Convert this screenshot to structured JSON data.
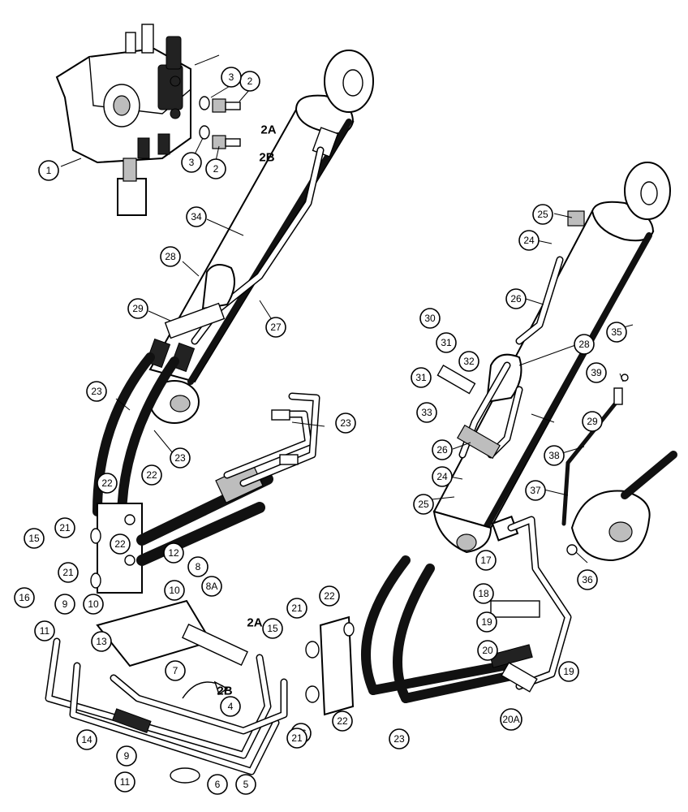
{
  "callouts": [
    {
      "id": "c1",
      "label": "1"
    },
    {
      "id": "c2a",
      "label": "2"
    },
    {
      "id": "c2b",
      "label": "2"
    },
    {
      "id": "c3a",
      "label": "3"
    },
    {
      "id": "c3b",
      "label": "3"
    },
    {
      "id": "c4",
      "label": "4"
    },
    {
      "id": "c5",
      "label": "5"
    },
    {
      "id": "c6",
      "label": "6"
    },
    {
      "id": "c7",
      "label": "7"
    },
    {
      "id": "c8",
      "label": "8"
    },
    {
      "id": "c8a",
      "label": "8A"
    },
    {
      "id": "c9a",
      "label": "9"
    },
    {
      "id": "c9b",
      "label": "9"
    },
    {
      "id": "c10a",
      "label": "10"
    },
    {
      "id": "c10b",
      "label": "10"
    },
    {
      "id": "c11a",
      "label": "11"
    },
    {
      "id": "c11b",
      "label": "11"
    },
    {
      "id": "c12",
      "label": "12"
    },
    {
      "id": "c13",
      "label": "13"
    },
    {
      "id": "c14",
      "label": "14"
    },
    {
      "id": "c15a",
      "label": "15"
    },
    {
      "id": "c15b",
      "label": "15"
    },
    {
      "id": "c16a",
      "label": "16"
    },
    {
      "id": "c16b",
      "label": "16"
    },
    {
      "id": "c17",
      "label": "17"
    },
    {
      "id": "c18",
      "label": "18"
    },
    {
      "id": "c19a",
      "label": "19"
    },
    {
      "id": "c19b",
      "label": "19"
    },
    {
      "id": "c20",
      "label": "20"
    },
    {
      "id": "c20a",
      "label": "20A"
    },
    {
      "id": "c21a",
      "label": "21"
    },
    {
      "id": "c21b",
      "label": "21"
    },
    {
      "id": "c21c",
      "label": "21"
    },
    {
      "id": "c21d",
      "label": "21"
    },
    {
      "id": "c22a",
      "label": "22"
    },
    {
      "id": "c22b",
      "label": "22"
    },
    {
      "id": "c22c",
      "label": "22"
    },
    {
      "id": "c22d",
      "label": "22"
    },
    {
      "id": "c22e",
      "label": "22"
    },
    {
      "id": "c23a",
      "label": "23"
    },
    {
      "id": "c23b",
      "label": "23"
    },
    {
      "id": "c23c",
      "label": "23"
    },
    {
      "id": "c23d",
      "label": "23"
    },
    {
      "id": "c24a",
      "label": "24"
    },
    {
      "id": "c24b",
      "label": "24"
    },
    {
      "id": "c25a",
      "label": "25"
    },
    {
      "id": "c25b",
      "label": "25"
    },
    {
      "id": "c26a",
      "label": "26"
    },
    {
      "id": "c26b",
      "label": "26"
    },
    {
      "id": "c27",
      "label": "27"
    },
    {
      "id": "c28a",
      "label": "28"
    },
    {
      "id": "c28b",
      "label": "28"
    },
    {
      "id": "c29a",
      "label": "29"
    },
    {
      "id": "c29b",
      "label": "29"
    },
    {
      "id": "c30",
      "label": "30"
    },
    {
      "id": "c31a",
      "label": "31"
    },
    {
      "id": "c31b",
      "label": "31"
    },
    {
      "id": "c32",
      "label": "32"
    },
    {
      "id": "c33",
      "label": "33"
    },
    {
      "id": "c34",
      "label": "34"
    },
    {
      "id": "c35",
      "label": "35"
    },
    {
      "id": "c36",
      "label": "36"
    },
    {
      "id": "c37",
      "label": "37"
    },
    {
      "id": "c38",
      "label": "38"
    },
    {
      "id": "c39",
      "label": "39"
    }
  ],
  "plain_labels": [
    {
      "id": "l2a_top",
      "label": "2A"
    },
    {
      "id": "l2b_top",
      "label": "2B"
    },
    {
      "id": "l2a_mid",
      "label": "2A"
    },
    {
      "id": "l2b_mid",
      "label": "2B"
    }
  ]
}
